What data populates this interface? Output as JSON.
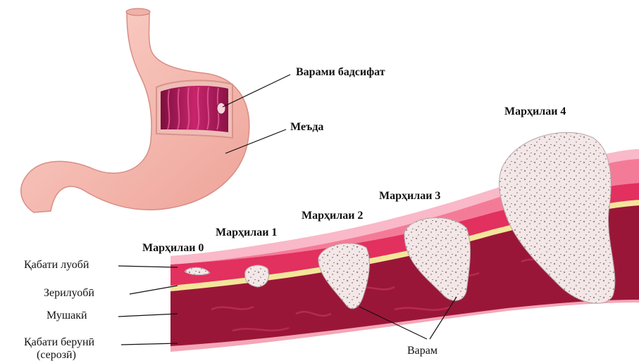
{
  "stomach": {
    "tumor_label": "Варами бадсифат",
    "organ_label": "Меъда"
  },
  "stages": [
    {
      "label": "Марҳилаи 0"
    },
    {
      "label": "Марҳилаи 1"
    },
    {
      "label": "Марҳилаи 2"
    },
    {
      "label": "Марҳилаи 3"
    },
    {
      "label": "Марҳилаи 4"
    }
  ],
  "layers": {
    "mucosa": "Қабати луобӣ",
    "submucosa": "Зерилуобӣ",
    "muscle": "Мушакӣ",
    "serosa_line1": "Қабати берунӣ",
    "serosa_line2": "(серозӣ)"
  },
  "tumor_label": "Варам",
  "colors": {
    "stomach_fill": "#f6c1b8",
    "stomach_inner": "#b0195c",
    "mucosa": "#e2305f",
    "submucosa": "#f3e69a",
    "muscle": "#9a1638",
    "serosa": "#f4a6b6",
    "tumor": "#f2e4e4"
  }
}
